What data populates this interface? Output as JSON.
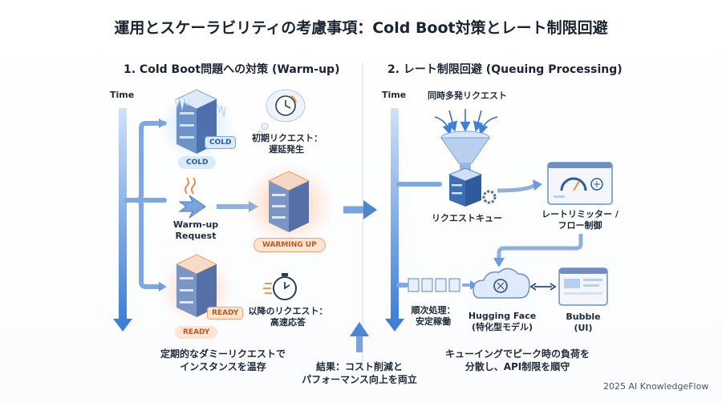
{
  "title": "運用とスケーラビリティの考慮事項：Cold Boot対策とレート制限回避",
  "left": {
    "heading": "1. Cold Boot問題への対策 (Warm-up)",
    "time_label": "Time",
    "cold_badge": "COLD",
    "cold_label": "COLD",
    "initial_request": [
      "初期リクエスト：",
      "遅延発生"
    ],
    "warmup_request": [
      "Warm-up",
      "Request"
    ],
    "warming_label": "WARMING UP",
    "ready_badge": "READY",
    "ready_label": "READY",
    "later_request": [
      "以降のリクエスト：",
      "高速応答"
    ],
    "footer": [
      "定期的なダミーリクエストで",
      "インスタンスを温存"
    ]
  },
  "center": {
    "result": [
      "結果：コスト削減と",
      "パフォーマンス向上を両立"
    ]
  },
  "right": {
    "heading": "2. レート制限回避 (Queuing Processing)",
    "time_label": "Time",
    "concurrent": "同時多発リクエスト",
    "queue_label": "リクエストキュー",
    "limiter": [
      "レートリミッター /",
      "フロー制御"
    ],
    "sequential": [
      "順次処理：",
      "安定稼働"
    ],
    "hf": [
      "Hugging Face",
      "(特化型モデル)"
    ],
    "bubble": [
      "Bubble",
      "(UI)"
    ],
    "footer": [
      "キューイングでピーク時の負荷を",
      "分散し、API制限を順守"
    ]
  },
  "copyright": "2025 AI KnowledgeFlow",
  "colors": {
    "blue": "#2f6fd1",
    "orange": "#f08a4b",
    "ice": "#cfe6fb"
  }
}
